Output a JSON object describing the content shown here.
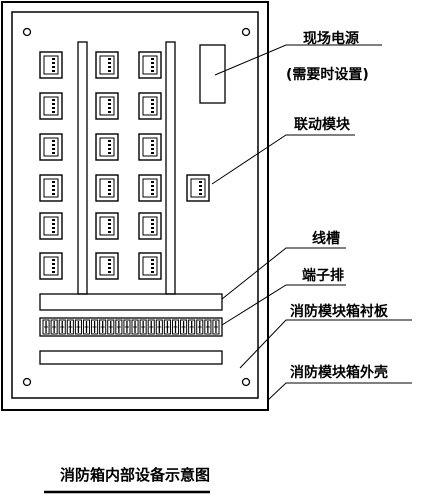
{
  "labels": {
    "power": "现场电源",
    "power_note": "(需要时设置)",
    "linkage_module": "联动模块",
    "wire_duct": "线槽",
    "terminal_strip": "端子排",
    "liner_panel": "消防模块箱衬板",
    "outer_shell": "消防模块箱外壳"
  },
  "caption": "消防箱内部设备示意图",
  "module_grid": {
    "columns": 3,
    "rows": 6
  },
  "extra_modules": 1,
  "terminal_count": 22
}
